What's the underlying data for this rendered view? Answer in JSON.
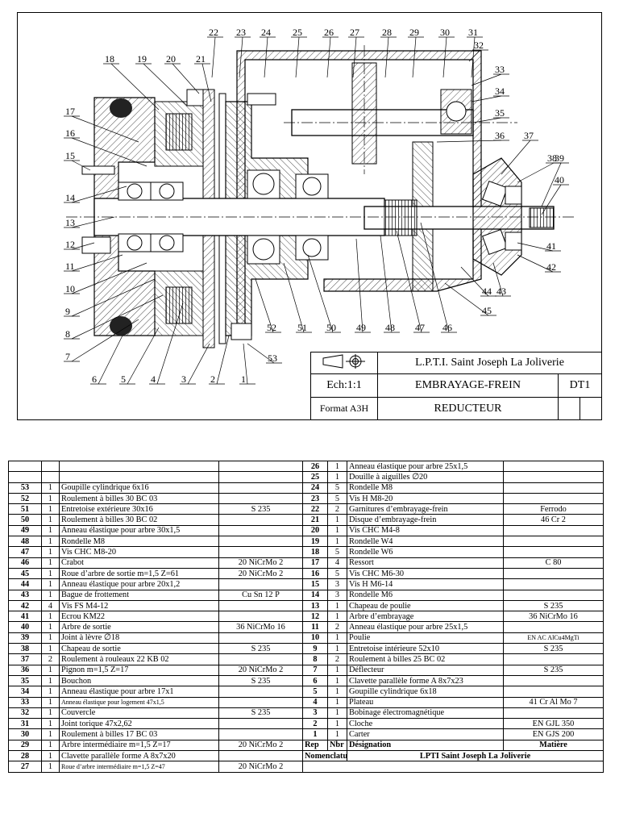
{
  "title_block": {
    "school": "L.P.T.I. Saint Joseph La Joliverie",
    "scale": "Ech:1:1",
    "title1": "EMBRAYAGE-FREIN",
    "title2": "REDUCTEUR",
    "doc_id": "DT1",
    "format": "Format A3H"
  },
  "callouts_top": [
    "22",
    "23",
    "24",
    "25",
    "26",
    "27",
    "28",
    "29",
    "30",
    "31",
    "32"
  ],
  "callouts_left": [
    "18",
    "19",
    "20",
    "21",
    "17",
    "16",
    "15",
    "14",
    "13",
    "12",
    "11",
    "10",
    "9",
    "8",
    "7"
  ],
  "callouts_bottom": [
    "6",
    "5",
    "4",
    "3",
    "2",
    "1",
    "52",
    "51",
    "50",
    "49",
    "48",
    "47",
    "46",
    "53"
  ],
  "callouts_right": [
    "33",
    "34",
    "35",
    "36",
    "37",
    "38",
    "39",
    "40",
    "41",
    "42",
    "43",
    "44",
    "45"
  ],
  "nomenclature": {
    "headers": {
      "rep": "Rep",
      "nbr": "Nbr",
      "designation": "Désignation",
      "matiere": "Matière"
    },
    "footer": {
      "label": "Nomenclature",
      "school": "LPTI Saint Joseph La Joliverie"
    },
    "left": [
      {
        "rep": "",
        "nbr": "",
        "des": "",
        "mat": ""
      },
      {
        "rep": "",
        "nbr": "",
        "des": "",
        "mat": ""
      },
      {
        "rep": "53",
        "nbr": "1",
        "des": "Goupille cylindrique 6x16",
        "mat": ""
      },
      {
        "rep": "52",
        "nbr": "1",
        "des": "Roulement à billes 30 BC 03",
        "mat": ""
      },
      {
        "rep": "51",
        "nbr": "1",
        "des": "Entretoise extérieure 30x16",
        "mat": "S 235"
      },
      {
        "rep": "50",
        "nbr": "1",
        "des": "Roulement à billes 30 BC 02",
        "mat": ""
      },
      {
        "rep": "49",
        "nbr": "1",
        "des": "Anneau élastique pour arbre 30x1,5",
        "mat": ""
      },
      {
        "rep": "48",
        "nbr": "1",
        "des": "Rondelle M8",
        "mat": ""
      },
      {
        "rep": "47",
        "nbr": "1",
        "des": "Vis CHC M8-20",
        "mat": ""
      },
      {
        "rep": "46",
        "nbr": "1",
        "des": "Crabot",
        "mat": "20 NiCrMo 2"
      },
      {
        "rep": "45",
        "nbr": "1",
        "des": "Roue d’arbre de sortie m=1,5  Z=61",
        "mat": "20 NiCrMo 2"
      },
      {
        "rep": "44",
        "nbr": "1",
        "des": "Anneau élastique pour arbre 20x1,2",
        "mat": ""
      },
      {
        "rep": "43",
        "nbr": "1",
        "des": "Bague de frottement",
        "mat": "Cu Sn 12 P"
      },
      {
        "rep": "42",
        "nbr": "4",
        "des": "Vis FS M4-12",
        "mat": ""
      },
      {
        "rep": "41",
        "nbr": "1",
        "des": "Ecrou KM22",
        "mat": ""
      },
      {
        "rep": "40",
        "nbr": "1",
        "des": "Arbre de sortie",
        "mat": "36 NiCrMo 16"
      },
      {
        "rep": "39",
        "nbr": "1",
        "des": "Joint à lèvre ∅18",
        "mat": ""
      },
      {
        "rep": "38",
        "nbr": "1",
        "des": "Chapeau de sortie",
        "mat": "S 235"
      },
      {
        "rep": "37",
        "nbr": "2",
        "des": "Roulement à rouleaux 22 KB 02",
        "mat": ""
      },
      {
        "rep": "36",
        "nbr": "1",
        "des": "Pignon m=1,5  Z=17",
        "mat": "20 NiCrMo 2"
      },
      {
        "rep": "35",
        "nbr": "1",
        "des": "Bouchon",
        "mat": "S 235"
      },
      {
        "rep": "34",
        "nbr": "1",
        "des": "Anneau élastique pour arbre 17x1",
        "mat": ""
      },
      {
        "rep": "33",
        "nbr": "1",
        "des": "Anneau élastique pour logement 47x1,5",
        "mat": "",
        "tiny": true
      },
      {
        "rep": "32",
        "nbr": "1",
        "des": "Couvercle",
        "mat": "S 235"
      },
      {
        "rep": "31",
        "nbr": "1",
        "des": "Joint torique 47x2,62",
        "mat": ""
      },
      {
        "rep": "30",
        "nbr": "1",
        "des": "Roulement à billes 17 BC 03",
        "mat": ""
      },
      {
        "rep": "29",
        "nbr": "1",
        "des": "Arbre intermédiaire m=1,5  Z=17",
        "mat": "20 NiCrMo 2"
      },
      {
        "rep": "28",
        "nbr": "1",
        "des": "Clavette parallèle forme A 8x7x20",
        "mat": ""
      },
      {
        "rep": "27",
        "nbr": "1",
        "des": "Roue d’arbre intermédiaire m=1,5  Z=47",
        "mat": "20 NiCrMo 2",
        "tiny": true
      }
    ],
    "right": [
      {
        "rep": "26",
        "nbr": "1",
        "des": "Anneau élastique pour arbre 25x1,5",
        "mat": ""
      },
      {
        "rep": "25",
        "nbr": "1",
        "des": "Douille à aiguilles ∅20",
        "mat": ""
      },
      {
        "rep": "24",
        "nbr": "5",
        "des": "Rondelle M8",
        "mat": ""
      },
      {
        "rep": "23",
        "nbr": "5",
        "des": "Vis H M8-20",
        "mat": ""
      },
      {
        "rep": "22",
        "nbr": "2",
        "des": "Garnitures d’embrayage-frein",
        "mat": "Ferrodo"
      },
      {
        "rep": "21",
        "nbr": "1",
        "des": "Disque d’embrayage-frein",
        "mat": "46 Cr 2"
      },
      {
        "rep": "20",
        "nbr": "1",
        "des": "Vis CHC M4-8",
        "mat": ""
      },
      {
        "rep": "19",
        "nbr": "1",
        "des": "Rondelle W4",
        "mat": ""
      },
      {
        "rep": "18",
        "nbr": "5",
        "des": "Rondelle W6",
        "mat": ""
      },
      {
        "rep": "17",
        "nbr": "4",
        "des": "Ressort",
        "mat": "C 80"
      },
      {
        "rep": "16",
        "nbr": "5",
        "des": "Vis CHC M6-30",
        "mat": ""
      },
      {
        "rep": "15",
        "nbr": "3",
        "des": "Vis H M6-14",
        "mat": ""
      },
      {
        "rep": "14",
        "nbr": "3",
        "des": "Rondelle M6",
        "mat": ""
      },
      {
        "rep": "13",
        "nbr": "1",
        "des": "Chapeau de poulie",
        "mat": "S 235"
      },
      {
        "rep": "12",
        "nbr": "1",
        "des": "Arbre d’embrayage",
        "mat": "36 NiCrMo 16"
      },
      {
        "rep": "11",
        "nbr": "2",
        "des": "Anneau élastique pour arbre 25x1,5",
        "mat": ""
      },
      {
        "rep": "10",
        "nbr": "1",
        "des": "Poulie",
        "mat": "EN AC AlCu4MgTi",
        "tiny": true
      },
      {
        "rep": "9",
        "nbr": "1",
        "des": "Entretoise intérieure 52x10",
        "mat": "S 235"
      },
      {
        "rep": "8",
        "nbr": "2",
        "des": "Roulement à billes 25 BC 02",
        "mat": ""
      },
      {
        "rep": "7",
        "nbr": "1",
        "des": "Déflecteur",
        "mat": "S 235"
      },
      {
        "rep": "6",
        "nbr": "1",
        "des": "Clavette parallèle forme A 8x7x23",
        "mat": ""
      },
      {
        "rep": "5",
        "nbr": "1",
        "des": "Goupille cylindrique 6x18",
        "mat": ""
      },
      {
        "rep": "4",
        "nbr": "1",
        "des": "Plateau",
        "mat": "41 Cr Al Mo 7"
      },
      {
        "rep": "3",
        "nbr": "1",
        "des": "Bobinage électromagnétique",
        "mat": ""
      },
      {
        "rep": "2",
        "nbr": "1",
        "des": "Cloche",
        "mat": "EN GJL 350"
      },
      {
        "rep": "1",
        "nbr": "1",
        "des": "Carter",
        "mat": "EN GJS 200"
      }
    ]
  }
}
